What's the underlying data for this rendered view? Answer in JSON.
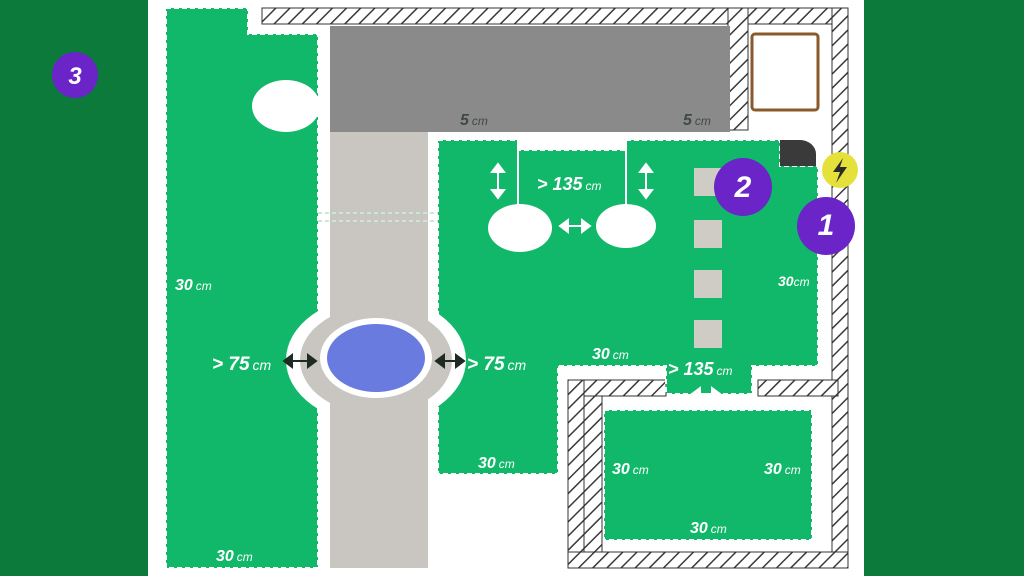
{
  "badges": {
    "one": "1",
    "two": "2",
    "three": "3"
  },
  "labels": {
    "top_left": {
      "num": "5",
      "unit": "cm"
    },
    "top_right": {
      "num": "5",
      "unit": "cm"
    },
    "gap_between": {
      "num": "> 135",
      "unit": "cm"
    },
    "left_strip": {
      "num": "30",
      "unit": "cm"
    },
    "left_bottom": {
      "num": "30",
      "unit": "cm"
    },
    "left_clear": {
      "num": "> 75",
      "unit": "cm"
    },
    "right_clear": {
      "num": "> 75",
      "unit": "cm"
    },
    "right_edge": {
      "num": "30",
      "unit": "cm"
    },
    "center_bottom": {
      "num": "30",
      "unit": "cm"
    },
    "middle": {
      "num": "30",
      "unit": "cm"
    },
    "doorway": {
      "num": "> 135",
      "unit": "cm"
    },
    "room_left": {
      "num": "30",
      "unit": "cm"
    },
    "room_right": {
      "num": "30",
      "unit": "cm"
    },
    "room_bottom": {
      "num": "30",
      "unit": "cm"
    }
  },
  "colors": {
    "background": "#0b7a3b",
    "floor": "#ffffff",
    "zone": "#12b86a",
    "counter": "#8a8a8a",
    "walkway": "#c9c6c1",
    "pool": "#6a7be0",
    "badge": "#6a24c8",
    "lightning": "#e4e23a"
  },
  "icons": {
    "power": "lightning-bolt-icon"
  }
}
